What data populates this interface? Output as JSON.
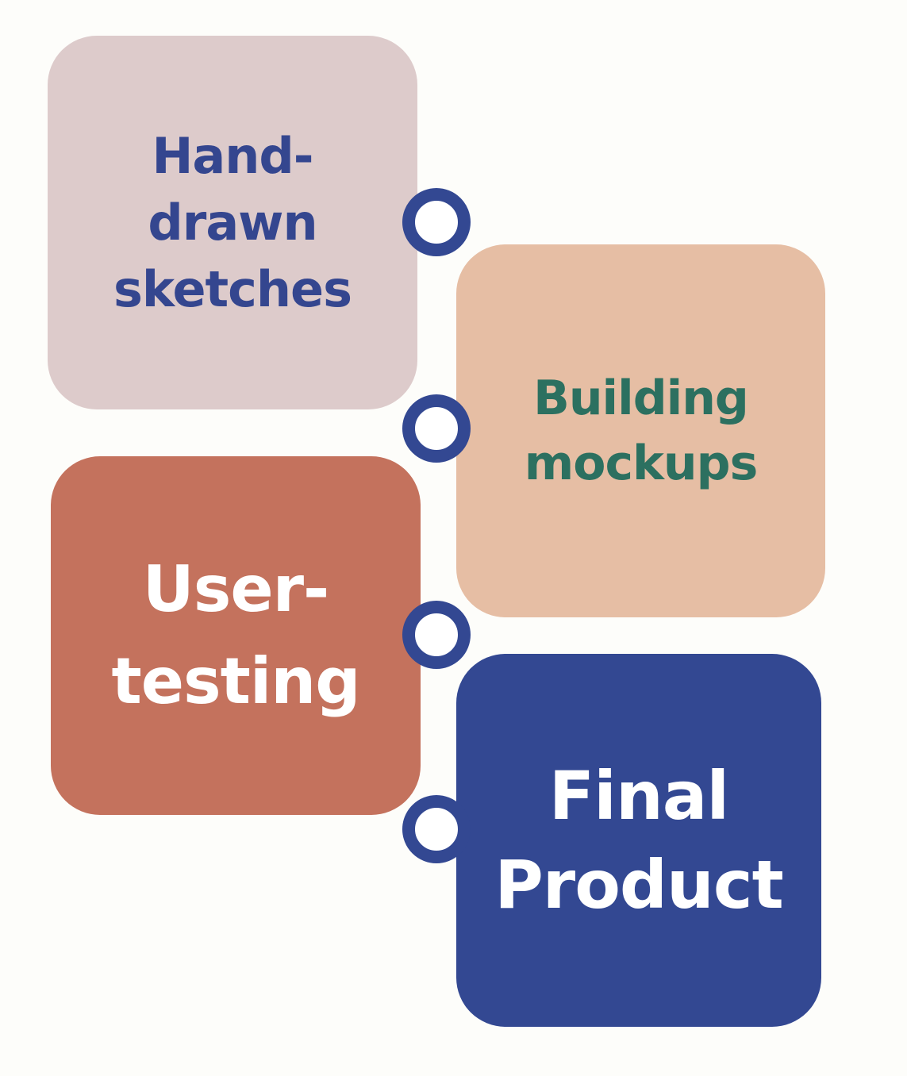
{
  "diagram": {
    "steps": [
      {
        "label": "Hand-\ndrawn\nsketches",
        "color": "#ddcbcb",
        "text_color": "#34468f"
      },
      {
        "label": "Building\nmockups",
        "color": "#e6bea4",
        "text_color": "#2c7060"
      },
      {
        "label": "User-\ntesting",
        "color": "#c4725d",
        "text_color": "#ffffff"
      },
      {
        "label": "Final\nProduct",
        "color": "#334892",
        "text_color": "#ffffff"
      }
    ],
    "connector_color": "#334892",
    "background": "#fdfdfa"
  }
}
